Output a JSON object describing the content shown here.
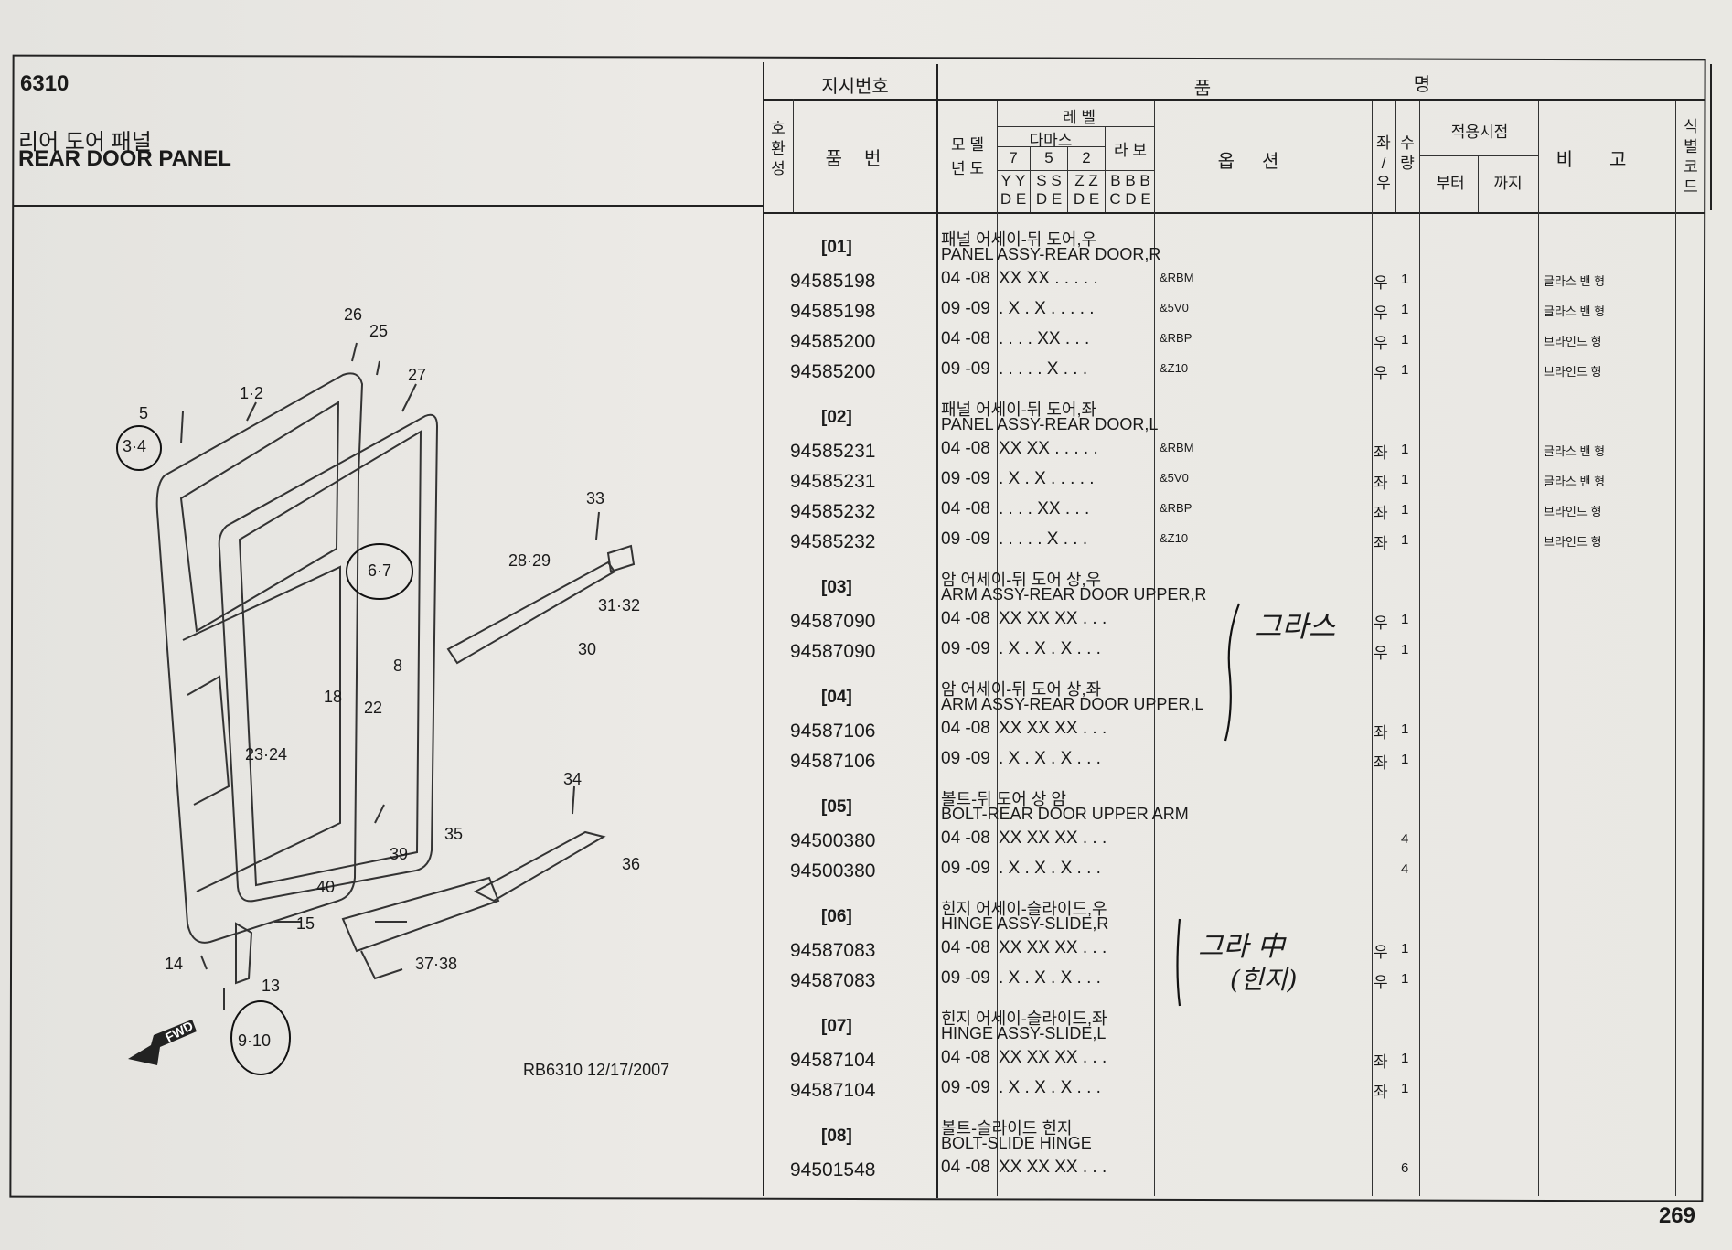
{
  "section": {
    "code": "6310",
    "title_ko": "리어 도어 패널",
    "title_en": "REAR DOOR PANEL",
    "drawing_ref": "RB6310  12/17/2007"
  },
  "headers": {
    "instruction_no": "지시번호",
    "item": "품",
    "name": "명",
    "interchange": "호\n환\n성",
    "part_number": "품번",
    "model_year": "모 델\n년 도",
    "level": "레 벨",
    "damas": "다마스",
    "labo": "라 보",
    "lvl7": "7",
    "lvl5": "5",
    "lvl2": "2",
    "yyde": "Y Y\nD E",
    "ssde": "S S\nD E",
    "zzde": "Z Z\nD E",
    "bbbcde": "B B B\nC D E",
    "option": "옵션",
    "side": "좌\n/\n우",
    "qty": "수\n량",
    "effective": "적용시점",
    "from": "부터",
    "to": "까지",
    "remarks": "비고",
    "id_code": "식\n별\n코\n드"
  },
  "part_labels": [
    {
      "text": "26"
    },
    {
      "text": "25"
    },
    {
      "text": "27"
    },
    {
      "text": "1·2"
    },
    {
      "text": "5"
    },
    {
      "text": "3·4"
    },
    {
      "text": "33"
    },
    {
      "text": "28·29"
    },
    {
      "text": "6·7"
    },
    {
      "text": "31·32"
    },
    {
      "text": "30"
    },
    {
      "text": "8"
    },
    {
      "text": "22"
    },
    {
      "text": "18"
    },
    {
      "text": "23·24"
    },
    {
      "text": "34"
    },
    {
      "text": "35"
    },
    {
      "text": "36"
    },
    {
      "text": "39"
    },
    {
      "text": "40"
    },
    {
      "text": "15"
    },
    {
      "text": "37·38"
    },
    {
      "text": "14"
    },
    {
      "text": "13"
    },
    {
      "text": "9·10"
    },
    {
      "text": "FWD"
    }
  ],
  "groups": [
    {
      "position": "[01]",
      "name_ko": "패널 어세이-뒤 도어,우",
      "name_en": "PANEL ASSY-REAR DOOR,R",
      "rows": [
        {
          "part_no": "94585198",
          "year": "04 -08",
          "levels": "XX XX . . . . .",
          "option": "&RBM",
          "side": "우",
          "qty": "1",
          "remark": "글라스 밴 형"
        },
        {
          "part_no": "94585198",
          "year": "09 -09",
          "levels": ". X . X . . . . .",
          "option": "&5V0",
          "side": "우",
          "qty": "1",
          "remark": "글라스 밴 형"
        },
        {
          "part_no": "94585200",
          "year": "04 -08",
          "levels": ". . . . XX . . .",
          "option": "&RBP",
          "side": "우",
          "qty": "1",
          "remark": "브라인드 형"
        },
        {
          "part_no": "94585200",
          "year": "09 -09",
          "levels": ". . . . . X . . .",
          "option": "&Z10",
          "side": "우",
          "qty": "1",
          "remark": "브라인드 형"
        }
      ]
    },
    {
      "position": "[02]",
      "name_ko": "패널 어세이-뒤 도어,좌",
      "name_en": "PANEL ASSY-REAR DOOR,L",
      "rows": [
        {
          "part_no": "94585231",
          "year": "04 -08",
          "levels": "XX XX . . . . .",
          "option": "&RBM",
          "side": "좌",
          "qty": "1",
          "remark": "글라스 밴 형"
        },
        {
          "part_no": "94585231",
          "year": "09 -09",
          "levels": ". X . X . . . . .",
          "option": "&5V0",
          "side": "좌",
          "qty": "1",
          "remark": "글라스 밴 형"
        },
        {
          "part_no": "94585232",
          "year": "04 -08",
          "levels": ". . . . XX . . .",
          "option": "&RBP",
          "side": "좌",
          "qty": "1",
          "remark": "브라인드 형"
        },
        {
          "part_no": "94585232",
          "year": "09 -09",
          "levels": ". . . . . X . . .",
          "option": "&Z10",
          "side": "좌",
          "qty": "1",
          "remark": "브라인드 형"
        }
      ]
    },
    {
      "position": "[03]",
      "name_ko": "암 어세이-뒤 도어 상,우",
      "name_en": "ARM ASSY-REAR DOOR UPPER,R",
      "rows": [
        {
          "part_no": "94587090",
          "year": "04 -08",
          "levels": "XX XX XX . . .",
          "option": "",
          "side": "우",
          "qty": "1",
          "remark": ""
        },
        {
          "part_no": "94587090",
          "year": "09 -09",
          "levels": ". X . X . X . . .",
          "option": "",
          "side": "우",
          "qty": "1",
          "remark": ""
        }
      ]
    },
    {
      "position": "[04]",
      "name_ko": "암 어세이-뒤 도어 상,좌",
      "name_en": "ARM ASSY-REAR DOOR UPPER,L",
      "rows": [
        {
          "part_no": "94587106",
          "year": "04 -08",
          "levels": "XX XX XX . . .",
          "option": "",
          "side": "좌",
          "qty": "1",
          "remark": ""
        },
        {
          "part_no": "94587106",
          "year": "09 -09",
          "levels": ". X . X . X . . .",
          "option": "",
          "side": "좌",
          "qty": "1",
          "remark": ""
        }
      ]
    },
    {
      "position": "[05]",
      "name_ko": "볼트-뒤 도어 상 암",
      "name_en": "BOLT-REAR DOOR UPPER ARM",
      "rows": [
        {
          "part_no": "94500380",
          "year": "04 -08",
          "levels": "XX XX XX . . .",
          "option": "",
          "side": "",
          "qty": "4",
          "remark": ""
        },
        {
          "part_no": "94500380",
          "year": "09 -09",
          "levels": ". X . X . X . . .",
          "option": "",
          "side": "",
          "qty": "4",
          "remark": ""
        }
      ]
    },
    {
      "position": "[06]",
      "name_ko": "힌지 어세이-슬라이드,우",
      "name_en": "HINGE ASSY-SLIDE,R",
      "rows": [
        {
          "part_no": "94587083",
          "year": "04 -08",
          "levels": "XX XX XX . . .",
          "option": "",
          "side": "우",
          "qty": "1",
          "remark": ""
        },
        {
          "part_no": "94587083",
          "year": "09 -09",
          "levels": ". X . X . X . . .",
          "option": "",
          "side": "우",
          "qty": "1",
          "remark": ""
        }
      ]
    },
    {
      "position": "[07]",
      "name_ko": "힌지 어세이-슬라이드,좌",
      "name_en": "HINGE ASSY-SLIDE,L",
      "rows": [
        {
          "part_no": "94587104",
          "year": "04 -08",
          "levels": "XX XX XX . . .",
          "option": "",
          "side": "좌",
          "qty": "1",
          "remark": ""
        },
        {
          "part_no": "94587104",
          "year": "09 -09",
          "levels": ". X . X . X . . .",
          "option": "",
          "side": "좌",
          "qty": "1",
          "remark": ""
        }
      ]
    },
    {
      "position": "[08]",
      "name_ko": "볼트-슬라이드 힌지",
      "name_en": "BOLT-SLIDE HINGE",
      "rows": [
        {
          "part_no": "94501548",
          "year": "04 -08",
          "levels": "XX XX XX . . .",
          "option": "",
          "side": "",
          "qty": "6",
          "remark": ""
        }
      ]
    }
  ],
  "handwriting": {
    "note1": "그라스",
    "note2": "그라 中",
    "note3": "(힌지)"
  },
  "page_number": "269"
}
